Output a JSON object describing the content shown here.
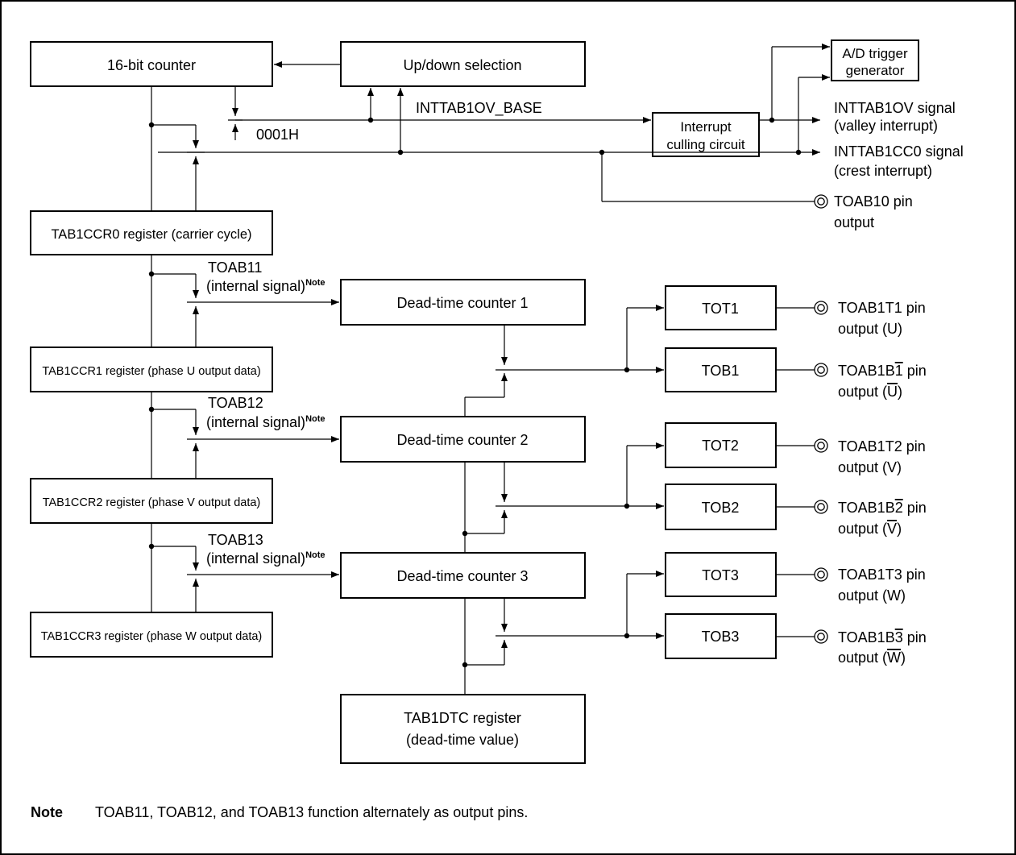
{
  "blocks": {
    "counter": "16-bit counter",
    "updown": "Up/down selection",
    "adtrig_1": "A/D trigger",
    "adtrig_2": "generator",
    "culling_1": "Interrupt",
    "culling_2": "culling circuit",
    "ccr0": "TAB1CCR0 register (carrier cycle)",
    "ccr1": "TAB1CCR1 register (phase U output data)",
    "ccr2": "TAB1CCR2 register (phase V output data)",
    "ccr3": "TAB1CCR3 register (phase W output data)",
    "dtc1": "Dead-time counter 1",
    "dtc2": "Dead-time counter 2",
    "dtc3": "Dead-time counter 3",
    "dtcreg_1": "TAB1DTC register",
    "dtcreg_2": "(dead-time value)",
    "tot1": "TOT1",
    "tob1": "TOB1",
    "tot2": "TOT2",
    "tob2": "TOB2",
    "tot3": "TOT3",
    "tob3": "TOB3"
  },
  "labels": {
    "inttab1ov_base": "INTTAB1OV_BASE",
    "h0001": "0001H",
    "inttab1ov_1": "INTTAB1OV signal",
    "inttab1ov_2": "(valley interrupt)",
    "inttab1cc0_1": "INTTAB1CC0 signal",
    "inttab1cc0_2": "(crest interrupt)",
    "toab10_1": "TOAB10 pin",
    "toab10_2": "output",
    "toab11": "TOAB11",
    "toab12": "TOAB12",
    "toab13": "TOAB13",
    "internal_signal": "(internal signal)",
    "note_sup": "Note",
    "toab1t1_1": "TOAB1T1 pin",
    "toab1t1_2": "output (U)",
    "toab1b1_a": "TOAB1B",
    "toab1b1_b": "1",
    "toab1b1_c": " pin",
    "toab1b1_2a": "output (",
    "toab1b1_2b": "U",
    "toab1b1_2c": ")",
    "toab1t2_1": "TOAB1T2 pin",
    "toab1t2_2": "output (V)",
    "toab1b2_a": "TOAB1B",
    "toab1b2_b": "2",
    "toab1b2_c": " pin",
    "toab1b2_2a": "output (",
    "toab1b2_2b": "V",
    "toab1b2_2c": ")",
    "toab1t3_1": "TOAB1T3 pin",
    "toab1t3_2": "output (W)",
    "toab1b3_a": "TOAB1B",
    "toab1b3_b": "3",
    "toab1b3_c": " pin",
    "toab1b3_2a": "output (",
    "toab1b3_2b": "W",
    "toab1b3_2c": ")"
  },
  "footnote": {
    "label": "Note",
    "text": "TOAB11, TOAB12, and TOAB13 function alternately as output pins."
  }
}
